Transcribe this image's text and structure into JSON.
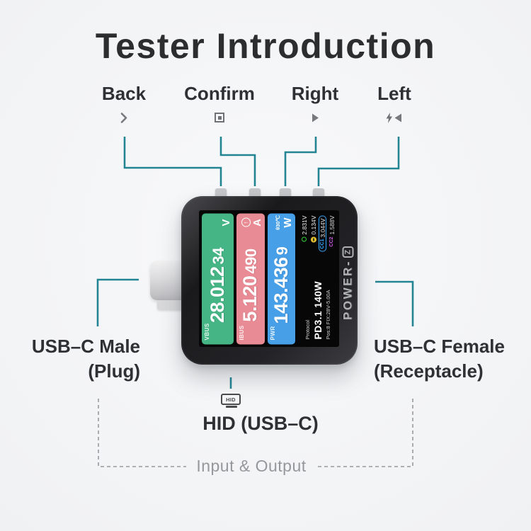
{
  "title": "Tester Introduction",
  "nav_buttons": [
    {
      "label": "Back",
      "icon": "chevron-right-icon"
    },
    {
      "label": "Confirm",
      "icon": "square-confirm-icon"
    },
    {
      "label": "Right",
      "icon": "triangle-right-icon"
    },
    {
      "label": "Left",
      "icon": "bolt-triangle-left-icon"
    }
  ],
  "device": {
    "brand_prefix": "POWER-",
    "brand_z": "Z",
    "screen": {
      "rows": {
        "vbus": {
          "label": "VBUS",
          "value": "28.012",
          "value_small": "34",
          "unit": "V"
        },
        "ibus": {
          "label": "IBUS",
          "value": "5.120",
          "value_small": "490",
          "unit": "A",
          "arrow": "↑"
        },
        "pwr": {
          "label": "PWR",
          "value": "143.436",
          "value_small": "9",
          "unit": "W",
          "temp": "θ30℃"
        }
      },
      "info": {
        "protocol_label": "Protocol",
        "protocol_value": "PD3.1 140W",
        "position": "Pos:8 FIX:28V-5.00A",
        "readings": [
          {
            "icon": "d-plus-green-ring-icon",
            "value": "2.831V"
          },
          {
            "icon": "d-minus-yellow-dot-icon",
            "value": "0.134V"
          },
          {
            "label": "CC1",
            "value": "3.044V"
          },
          {
            "label": "CC2",
            "value": "1.588V"
          }
        ]
      }
    }
  },
  "annotations": {
    "usb_male_line1": "USB–C Male",
    "usb_male_line2": "(Plug)",
    "usb_female_line1": "USB–C Female",
    "usb_female_line2": "(Receptacle)",
    "hid_icon_text": "HID",
    "hid_label": "HID (USB–C)",
    "io_label": "Input & Output"
  },
  "colors": {
    "accent_teal": "#238494",
    "dashed_gray": "#98999c",
    "vbus_green": "#45b585",
    "ibus_pink": "#e98b94",
    "pwr_blue": "#479fe8",
    "d_plus_green": "#35d435",
    "d_minus_yellow": "#e6c32b",
    "cc1_blue": "#35a8ff",
    "cc2_purple": "#cb5ce6",
    "title_text": "#2c2d2f"
  }
}
